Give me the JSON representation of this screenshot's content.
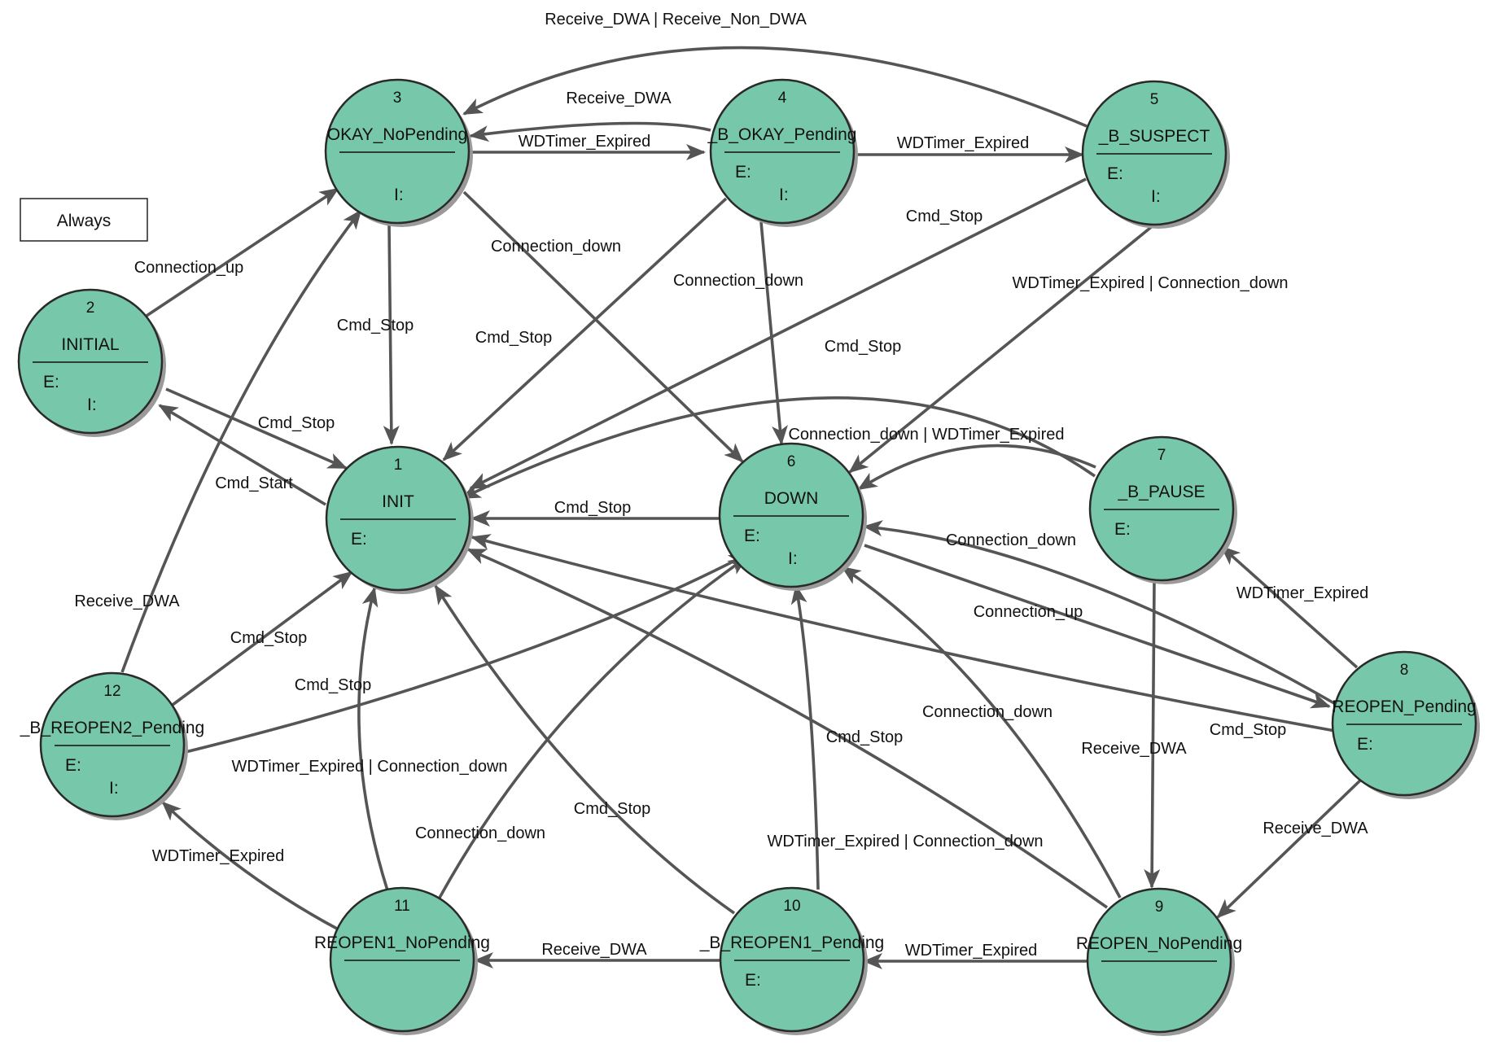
{
  "legend": {
    "label": "Always"
  },
  "states": [
    {
      "id": 1,
      "number": "1",
      "name": "INIT",
      "entry": "E:",
      "internal": ""
    },
    {
      "id": 2,
      "number": "2",
      "name": "INITIAL",
      "entry": "E:",
      "internal": "I:"
    },
    {
      "id": 3,
      "number": "3",
      "name": "OKAY_NoPending",
      "entry": "",
      "internal": "I:"
    },
    {
      "id": 4,
      "number": "4",
      "name": "_B_OKAY_Pending",
      "entry": "E:",
      "internal": "I:"
    },
    {
      "id": 5,
      "number": "5",
      "name": "_B_SUSPECT",
      "entry": "E:",
      "internal": "I:"
    },
    {
      "id": 6,
      "number": "6",
      "name": "DOWN",
      "entry": "E:",
      "internal": "I:"
    },
    {
      "id": 7,
      "number": "7",
      "name": "_B_PAUSE",
      "entry": "E:",
      "internal": ""
    },
    {
      "id": 8,
      "number": "8",
      "name": "REOPEN_Pending",
      "entry": "E:",
      "internal": ""
    },
    {
      "id": 9,
      "number": "9",
      "name": "REOPEN_NoPending",
      "entry": "",
      "internal": ""
    },
    {
      "id": 10,
      "number": "10",
      "name": "_B_REOPEN1_Pending",
      "entry": "E:",
      "internal": ""
    },
    {
      "id": 11,
      "number": "11",
      "name": "REOPEN1_NoPending",
      "entry": "",
      "internal": ""
    },
    {
      "id": 12,
      "number": "12",
      "name": "_B_REOPEN2_Pending",
      "entry": "E:",
      "internal": "I:"
    }
  ],
  "transitions": [
    {
      "id": "t01",
      "from": 2,
      "to": 3,
      "label": "Connection_up"
    },
    {
      "id": "t02",
      "from": 2,
      "to": 1,
      "label": "Cmd_Stop"
    },
    {
      "id": "t03",
      "from": 1,
      "to": 2,
      "label": "Cmd_Start"
    },
    {
      "id": "t04",
      "from": 3,
      "to": 4,
      "label": "WDTimer_Expired"
    },
    {
      "id": "t05",
      "from": 4,
      "to": 3,
      "label": "Receive_DWA"
    },
    {
      "id": "t06",
      "from": 5,
      "to": 3,
      "label": "Receive_DWA | Receive_Non_DWA"
    },
    {
      "id": "t07",
      "from": 4,
      "to": 5,
      "label": "WDTimer_Expired"
    },
    {
      "id": "t08",
      "from": 3,
      "to": 1,
      "label": "Cmd_Stop"
    },
    {
      "id": "t09",
      "from": 3,
      "to": 6,
      "label": "Connection_down"
    },
    {
      "id": "t10",
      "from": 4,
      "to": 1,
      "label": "Cmd_Stop"
    },
    {
      "id": "t11",
      "from": 4,
      "to": 6,
      "label": "Connection_down"
    },
    {
      "id": "t12",
      "from": 5,
      "to": 1,
      "label": "Cmd_Stop"
    },
    {
      "id": "t13",
      "from": 5,
      "to": 6,
      "label": "WDTimer_Expired | Connection_down"
    },
    {
      "id": "t14",
      "from": 7,
      "to": 1,
      "label": "Cmd_Stop"
    },
    {
      "id": "t15",
      "from": 7,
      "to": 6,
      "label": "Connection_down | WDTimer_Expired"
    },
    {
      "id": "t16",
      "from": 6,
      "to": 1,
      "label": "Cmd_Stop"
    },
    {
      "id": "t17",
      "from": 8,
      "to": 6,
      "label": "Connection_down"
    },
    {
      "id": "t18",
      "from": 6,
      "to": 8,
      "label": "Connection_up"
    },
    {
      "id": "t19",
      "from": 8,
      "to": 7,
      "label": "WDTimer_Expired"
    },
    {
      "id": "t20",
      "from": 8,
      "to": 1,
      "label": "Cmd_Stop"
    },
    {
      "id": "t21",
      "from": 8,
      "to": 9,
      "label": "Receive_DWA"
    },
    {
      "id": "t22",
      "from": 7,
      "to": 9,
      "label": "Receive_DWA"
    },
    {
      "id": "t23",
      "from": 9,
      "to": 6,
      "label": "Connection_down"
    },
    {
      "id": "t24",
      "from": 9,
      "to": 1,
      "label": "Cmd_Stop"
    },
    {
      "id": "t25",
      "from": 9,
      "to": 10,
      "label": "WDTimer_Expired"
    },
    {
      "id": "t26",
      "from": 10,
      "to": 1,
      "label": "Cmd_Stop"
    },
    {
      "id": "t27",
      "from": 10,
      "to": 6,
      "label": "WDTimer_Expired | Connection_down"
    },
    {
      "id": "t28",
      "from": 10,
      "to": 11,
      "label": "Receive_DWA"
    },
    {
      "id": "t29",
      "from": 11,
      "to": 1,
      "label": "Cmd_Stop"
    },
    {
      "id": "t30",
      "from": 11,
      "to": 6,
      "label": "Connection_down"
    },
    {
      "id": "t31",
      "from": 11,
      "to": 12,
      "label": "WDTimer_Expired"
    },
    {
      "id": "t32",
      "from": 12,
      "to": 1,
      "label": "Cmd_Stop"
    },
    {
      "id": "t33",
      "from": 12,
      "to": 3,
      "label": "Receive_DWA"
    },
    {
      "id": "t34",
      "from": 12,
      "to": 6,
      "label": "WDTimer_Expired | Connection_down"
    }
  ]
}
